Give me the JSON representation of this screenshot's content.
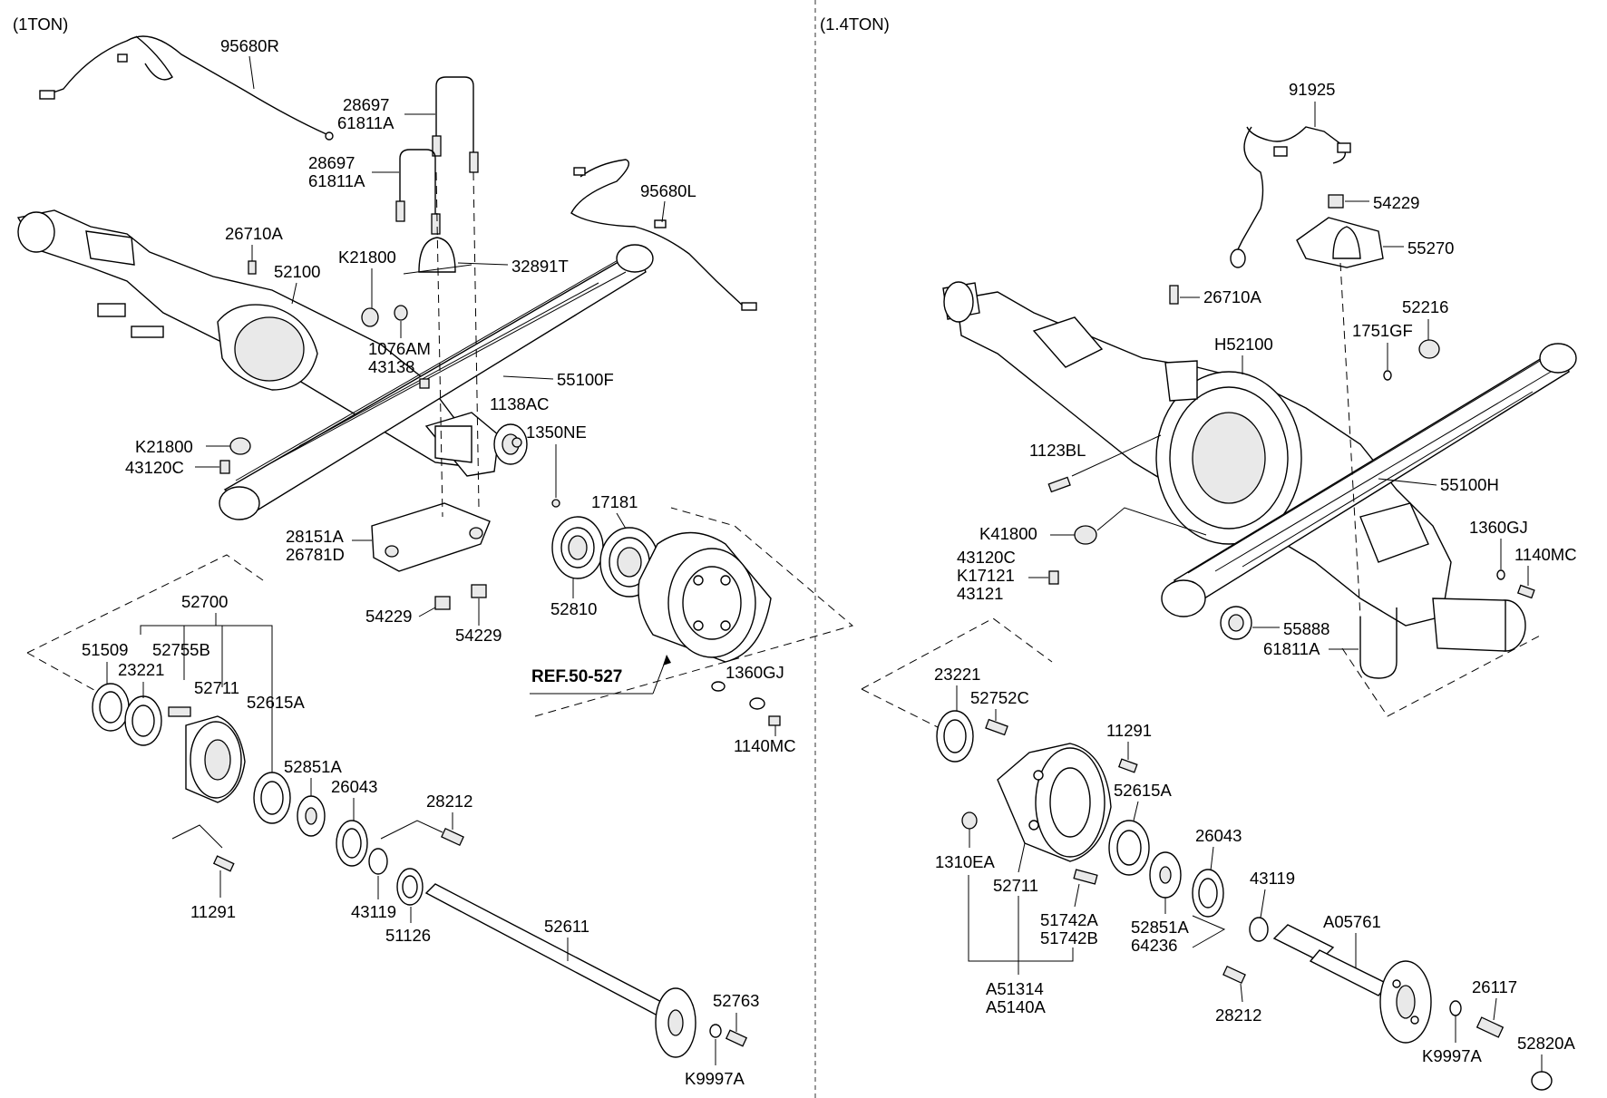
{
  "sections": {
    "left_title": "(1TON)",
    "right_title": "(1.4TON)"
  },
  "labels_left": {
    "l95680R": "95680R",
    "l28697a": "28697",
    "l61811Aa": "61811A",
    "l28697b": "28697",
    "l61811Ab": "61811A",
    "l95680L": "95680L",
    "l26710A": "26710A",
    "l52100": "52100",
    "lK21800a": "K21800",
    "l32891T": "32891T",
    "l1076AM": "1076AM",
    "l43138": "43138",
    "l55100F": "55100F",
    "l1138AC": "1138AC",
    "l1350NE": "1350NE",
    "lK21800b": "K21800",
    "l43120C": "43120C",
    "l17181": "17181",
    "l28151A": "28151A",
    "l26781D": "26781D",
    "l52810": "52810",
    "l54229a": "54229",
    "l54229b": "54229",
    "l52700": "52700",
    "l51509": "51509",
    "l52755B": "52755B",
    "l23221": "23221",
    "l52711": "52711",
    "l52615A": "52615A",
    "lREF": "REF.50-527",
    "l1360GJ": "1360GJ",
    "l1140MC": "1140MC",
    "l52851A": "52851A",
    "l26043": "26043",
    "l28212": "28212",
    "l11291": "11291",
    "l43119": "43119",
    "l51126": "51126",
    "l52611": "52611",
    "l52763": "52763",
    "lK9997A": "K9997A"
  },
  "labels_right": {
    "r91925": "91925",
    "r54229": "54229",
    "r55270": "55270",
    "r26710A": "26710A",
    "r52216": "52216",
    "rH52100": "H52100",
    "r1751GF": "1751GF",
    "r1123BL": "1123BL",
    "r55100H": "55100H",
    "rK41800": "K41800",
    "r1360GJ": "1360GJ",
    "r43120C": "43120C",
    "rK17121": "K17121",
    "r43121": "43121",
    "r1140MC": "1140MC",
    "r55888": "55888",
    "r61811A": "61811A",
    "r23221": "23221",
    "r52752C": "52752C",
    "r11291": "11291",
    "r52615A": "52615A",
    "r26043": "26043",
    "r1310EA": "1310EA",
    "r52711": "52711",
    "r43119": "43119",
    "r51742A": "51742A",
    "r51742B": "51742B",
    "r52851A": "52851A",
    "r64236": "64236",
    "rA05761": "A05761",
    "rA51314": "A51314",
    "rA5140A": "A5140A",
    "r28212": "28212",
    "r26117": "26117",
    "rK9997A": "K9997A",
    "r52820A": "52820A"
  }
}
